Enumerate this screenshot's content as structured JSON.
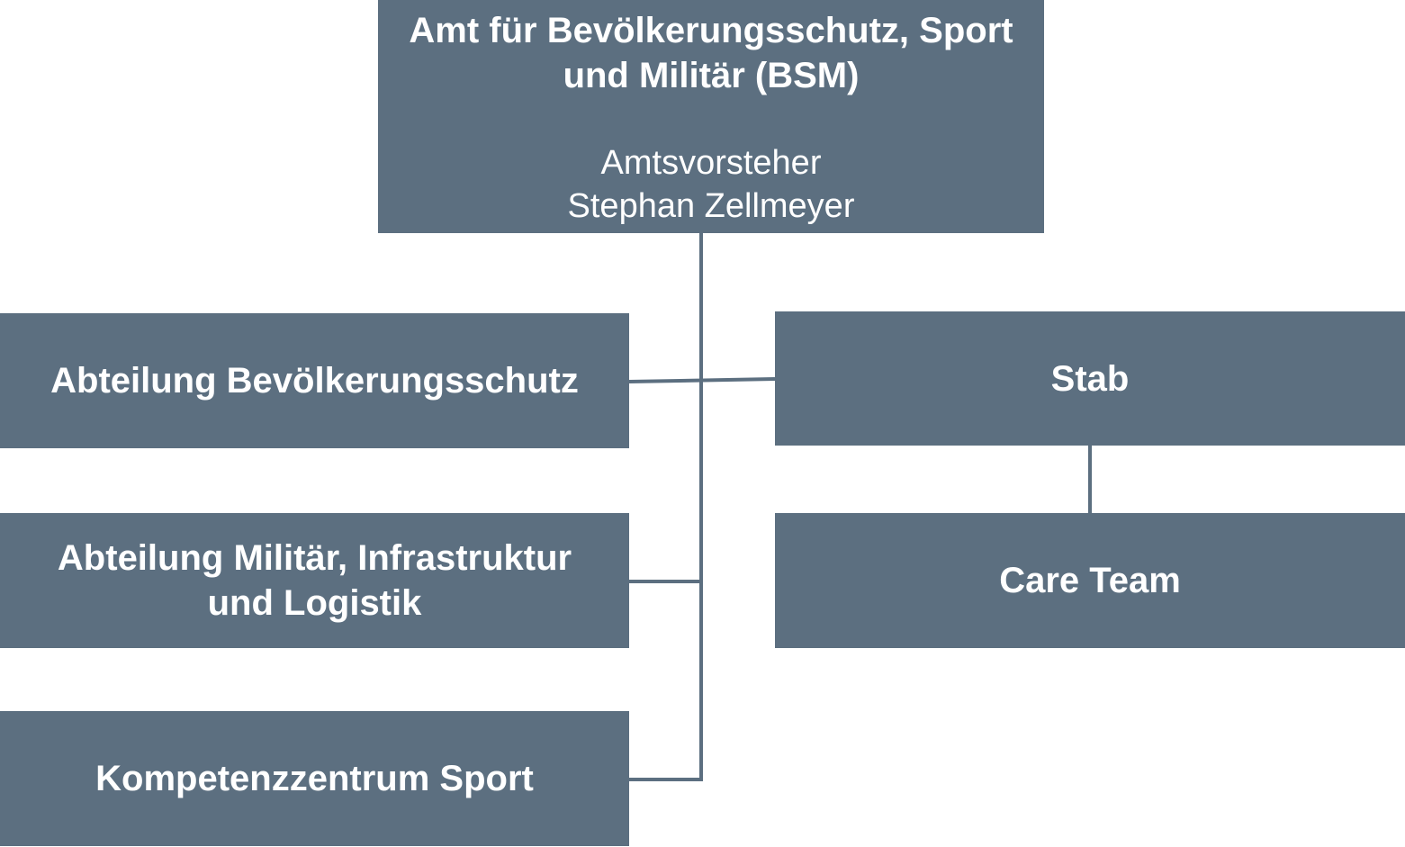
{
  "top": {
    "title": "Amt für Bevölkerungsschutz, Sport\nund Militär (BSM)",
    "role": "Amtsvorsteher\nStephan Zellmeyer"
  },
  "units": {
    "bevoelkerungsschutz": "Abteilung Bevölkerungsschutz",
    "militaer": "Abteilung Militär, Infrastruktur\nund Logistik",
    "sport": "Kompetenzzentrum Sport",
    "stab": "Stab",
    "care_team": "Care Team"
  },
  "colors": {
    "box": "#5c6f80",
    "text": "#ffffff",
    "background": "#ffffff"
  }
}
